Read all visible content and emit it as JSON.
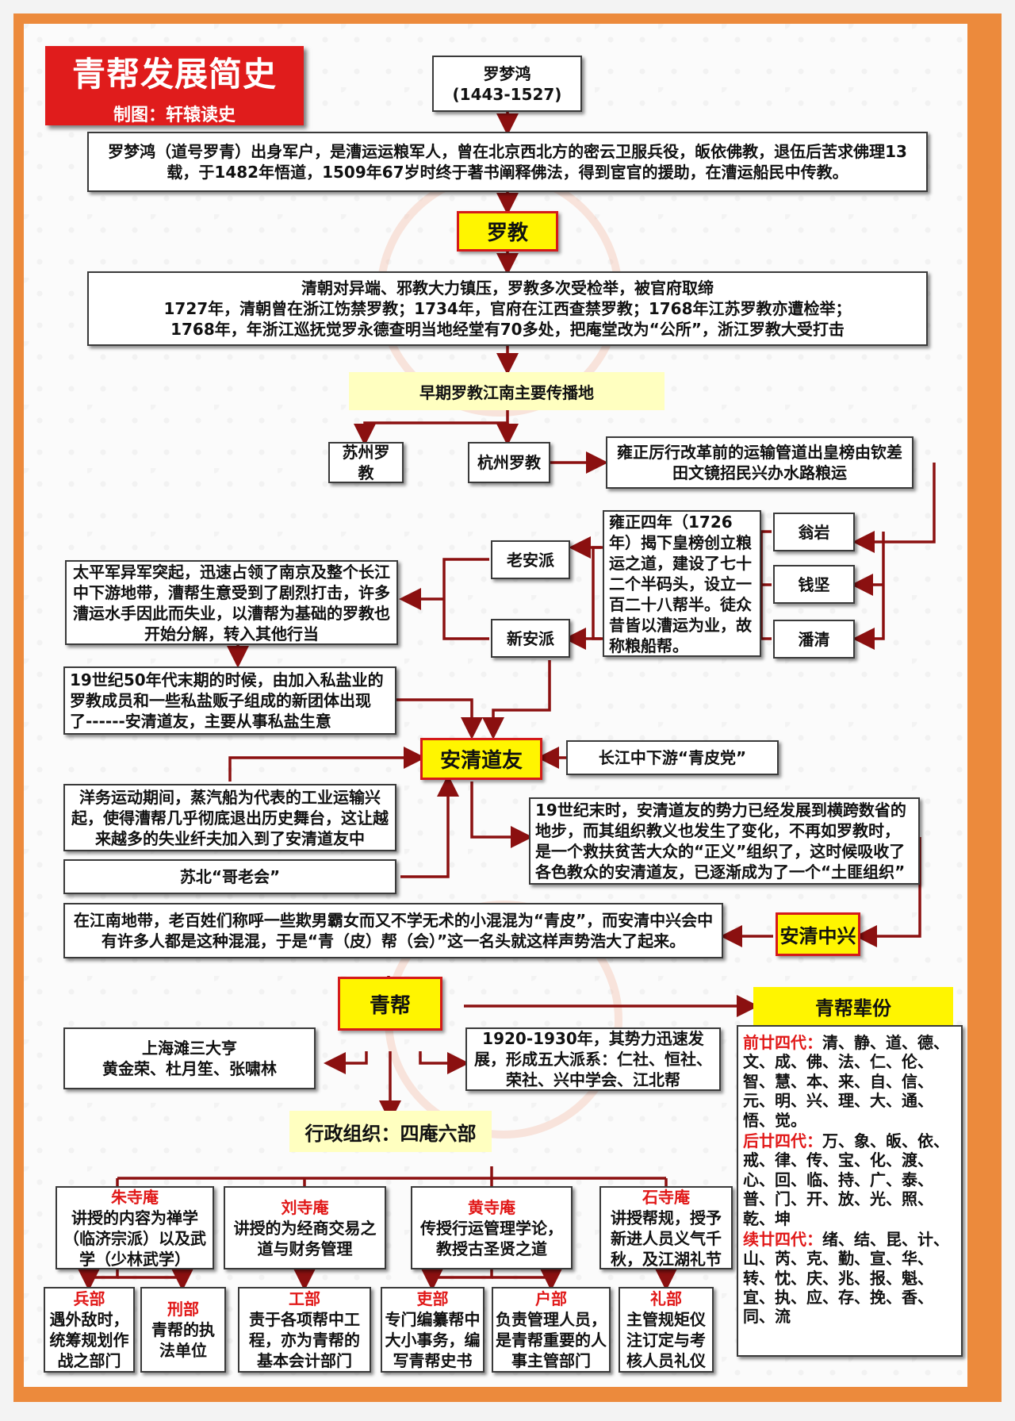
{
  "title": "青帮发展简史",
  "credit": "制图：轩辕读史",
  "founder": {
    "name": "罗梦鸿",
    "years": "(1443-1527)"
  },
  "founder_bio": "罗梦鸿（道号罗青）出身军户，是漕运运粮军人，曾在北京西北方的密云卫服兵役，皈依佛教，退伍后苦求佛理13载，于1482年悟道，1509年67岁时终于著书阐释佛法，得到宦官的援助，在漕运船民中传教。",
  "luojiao": "罗教",
  "suppression": {
    "line1": "清朝对异端、邪教大力镇压，罗教多次受检举，被官府取缔",
    "line2": "1727年，清朝曾在浙江饬禁罗教；1734年，官府在江西查禁罗教；1768年江苏罗教亦遭检举；",
    "line3": "1768年，年浙江巡抚觉罗永德查明当地经堂有70多处，把庵堂改为“公所”，浙江罗教大受打击"
  },
  "early_spread": "早期罗教江南主要传播地",
  "suzhou": "苏州罗教",
  "hangzhou": "杭州罗教",
  "yongzheng_reform": "雍正厉行改革前的运输管道出皇榜由钦差田文镜招民兴办水路粮运",
  "yongzheng_1726": "雍正四年（1726年）揭下皇榜创立粮运之道，建设了七十二个半码头，设立一百二十八帮半。徒众昔皆以漕运为业，故称粮船帮。",
  "founders": {
    "weng": "翁岩",
    "qian": "钱坚",
    "pan": "潘清"
  },
  "lao_anpai": "老安派",
  "xin_anpai": "新安派",
  "taiping": "太平军异军突起，迅速占领了南京及整个长江中下游地带，漕帮生意受到了剧烈打击，许多漕运水手因此而失业，以漕帮为基础的罗教也开始分解，转入其他行当",
  "salt": "19世纪50年代末期的时候，由加入私盐业的罗教成员和一些私盐贩子组成的新团体出现了------安清道友，主要从事私盐生意",
  "anqing_daoyou": "安清道友",
  "qingpi_dang": "长江中下游“青皮党”",
  "westernization": "洋务运动期间，蒸汽船为代表的工业运输兴起，使得漕帮几乎彻底退出历史舞台，这让越来越多的失业纤夫加入到了安清道友中",
  "gelaohui": "苏北“哥老会”",
  "late_19c": "19世纪末时，安清道友的势力已经发展到横跨数省的地步，而其组织教义也发生了变化，不再如罗教时，是一个救扶贫苦大众的“正义”组织了，这时候吸收了各色教众的安清道友，已逐渐成为了一个“土匪组织”",
  "anqing_zhongxing": "安清中兴",
  "qingpi_origin": "在江南地带，老百姓们称呼一些欺男霸女而又不学无术的小混混为“青皮”，而安清中兴会中有许多人都是这种混混，于是“青（皮）帮（会）”这一名头就这样声势浩大了起来。",
  "qingbang": "青帮",
  "seniority_title": "青帮辈份",
  "shanghai_bosses": {
    "line1": "上海滩三大亨",
    "line2": "黄金荣、杜月笙、张啸林"
  },
  "five_factions": "1920-1930年，其势力迅速发展，形成五大派系：仁社、恒社、荣社、兴中学会、江北帮",
  "admin_org": "行政组织：四庵六部",
  "temples": [
    {
      "name": "朱寺庵",
      "desc": "讲授的内容为禅学（临济宗派）以及武学（少林武学）"
    },
    {
      "name": "刘寺庵",
      "desc": "讲授的为经商交易之道与财务管理"
    },
    {
      "name": "黄寺庵",
      "desc": "传授行运管理学论，教授古圣贤之道"
    },
    {
      "name": "石寺庵",
      "desc": "讲授帮规，授予新进人员义气千秋，及江湖礼节"
    }
  ],
  "departments": [
    {
      "name": "兵部",
      "desc": "遇外敌时，统筹规划作战之部门"
    },
    {
      "name": "刑部",
      "desc": "青帮的执法单位"
    },
    {
      "name": "工部",
      "desc": "责于各项帮中工程，亦为青帮的基本会计部门"
    },
    {
      "name": "吏部",
      "desc": "专门编纂帮中大小事务，编写青帮史书"
    },
    {
      "name": "户部",
      "desc": "负责管理人员，是青帮重要的人事主管部门"
    },
    {
      "name": "礼部",
      "desc": "主管规矩仪注订定与考核人员礼仪"
    }
  ],
  "seniority": {
    "first_label": "前廿四代：",
    "first": "清、静、道、德、文、成、佛、法、仁、伦、智、慧、本、来、自、信、元、明、兴、理、大、通、悟、觉。",
    "second_label": "后廿四代：",
    "second": "万、象、皈、依、戒、律、传、宝、化、渡、心、回、临、持、广、泰、普、门、开、放、光、照、乾、坤",
    "third_label": "续廿四代：",
    "third": "绪、结、昆、计、山、芮、克、勤、宣、华、转、忱、庆、兆、报、魁、宜、执、应、存、挽、香、同、流"
  },
  "colors": {
    "frame": "#ec8a3c",
    "banner": "#e01c1c",
    "highlight": "#fff500",
    "arrow": "#8b1010"
  }
}
